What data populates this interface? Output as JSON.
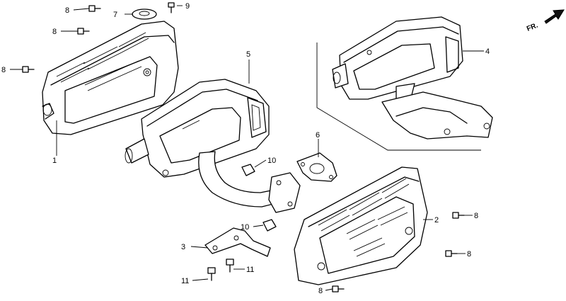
{
  "direction_label": "FR.",
  "callouts": [
    "1",
    "2",
    "3",
    "4",
    "5",
    "6",
    "7",
    "8",
    "9",
    "10",
    "11"
  ]
}
